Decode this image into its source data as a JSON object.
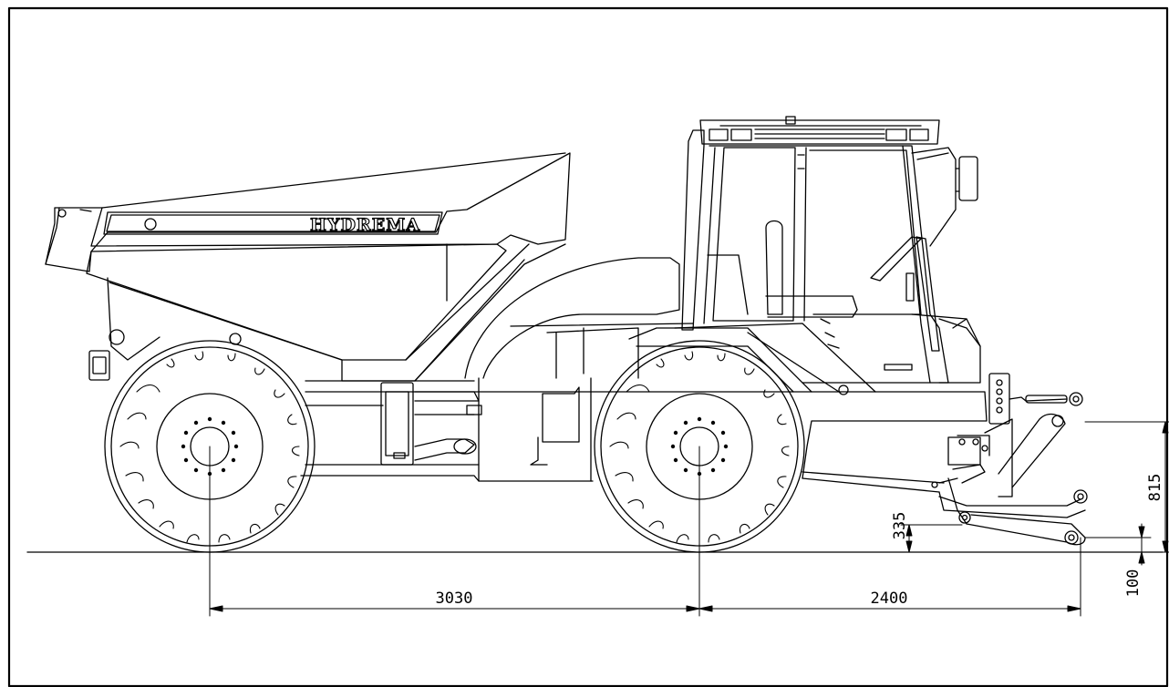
{
  "drawing": {
    "brand_text": "HYDREMA",
    "dimensions": {
      "wheelbase": "3030",
      "rear_overhang": "2400",
      "lower_link_height": "335",
      "upper_link_height": "815",
      "ground_clearance": "100"
    }
  }
}
